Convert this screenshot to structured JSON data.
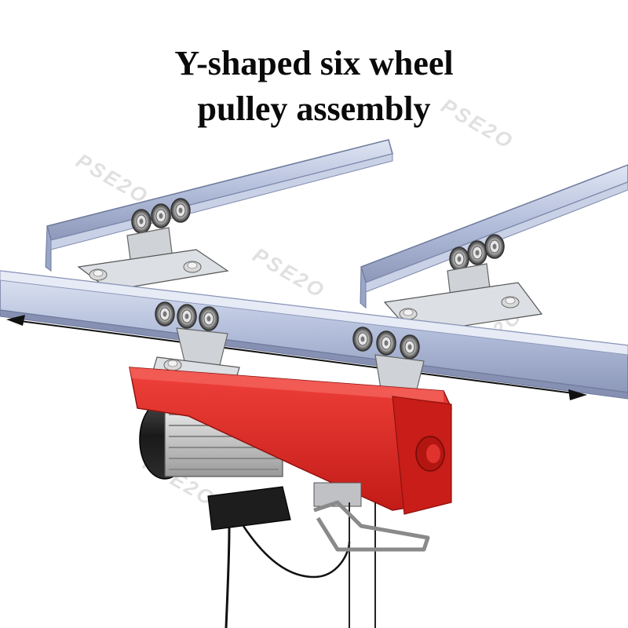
{
  "title": {
    "line1": "Y-shaped six wheel",
    "line2": "pulley assembly"
  },
  "watermark": "PSE2O",
  "colors": {
    "rail": "#aeb9d6",
    "rail_dark": "#7f8aac",
    "hoist_red": "#e02622",
    "hoist_dark_red": "#a81612",
    "motor_black": "#1b1b1b",
    "steel": "#c6c8cc"
  },
  "icons": {
    "direction": "double-arrow-icon"
  }
}
